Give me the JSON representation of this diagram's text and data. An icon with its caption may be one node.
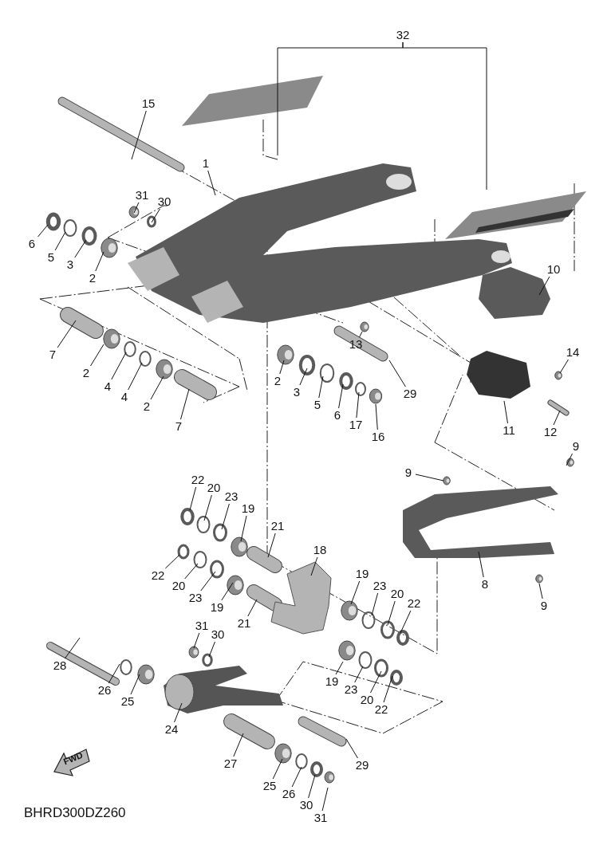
{
  "diagram": {
    "nodes": [
      {
        "text": [
          "32"
        ]
      },
      {
        "text": [
          "1"
        ]
      },
      {
        "text": [
          "15"
        ]
      },
      {
        "text": [
          "31"
        ]
      },
      {
        "text": [
          "30"
        ]
      },
      {
        "text": [
          "6"
        ]
      },
      {
        "text": [
          "5"
        ]
      },
      {
        "text": [
          "3"
        ]
      },
      {
        "text": [
          "2"
        ]
      },
      {
        "text": [
          "7"
        ]
      },
      {
        "text": [
          "2"
        ]
      },
      {
        "text": [
          "4"
        ]
      },
      {
        "text": [
          "4"
        ]
      },
      {
        "text": [
          "2"
        ]
      },
      {
        "text": [
          "7"
        ]
      },
      {
        "text": [
          "2"
        ]
      },
      {
        "text": [
          "3"
        ]
      },
      {
        "text": [
          "5"
        ]
      },
      {
        "text": [
          "6"
        ]
      },
      {
        "text": [
          "17"
        ]
      },
      {
        "text": [
          "16"
        ]
      },
      {
        "text": [
          "29"
        ]
      },
      {
        "text": [
          "13"
        ]
      },
      {
        "text": [
          "10"
        ]
      },
      {
        "text": [
          "14"
        ]
      },
      {
        "text": [
          "11"
        ]
      },
      {
        "text": [
          "12"
        ]
      },
      {
        "text": [
          "9"
        ]
      },
      {
        "text": [
          "9"
        ]
      },
      {
        "text": [
          "8"
        ]
      },
      {
        "text": [
          "9"
        ]
      },
      {
        "text": [
          "22"
        ]
      },
      {
        "text": [
          "20"
        ]
      },
      {
        "text": [
          "23"
        ]
      },
      {
        "text": [
          "19"
        ]
      },
      {
        "text": [
          "21"
        ]
      },
      {
        "text": [
          "22"
        ]
      },
      {
        "text": [
          "20"
        ]
      },
      {
        "text": [
          "23"
        ]
      },
      {
        "text": [
          "19"
        ]
      },
      {
        "text": [
          "21"
        ]
      },
      {
        "text": [
          "18"
        ]
      },
      {
        "text": [
          "19"
        ]
      },
      {
        "text": [
          "23"
        ]
      },
      {
        "text": [
          "20"
        ]
      },
      {
        "text": [
          "22"
        ]
      },
      {
        "text": [
          "28"
        ]
      },
      {
        "text": [
          "31"
        ]
      },
      {
        "text": [
          "30"
        ]
      },
      {
        "text": [
          "26"
        ]
      },
      {
        "text": [
          "25"
        ]
      },
      {
        "text": [
          "24"
        ]
      },
      {
        "text": [
          "19"
        ]
      },
      {
        "text": [
          "23"
        ]
      },
      {
        "text": [
          "20"
        ]
      },
      {
        "text": [
          "22"
        ]
      },
      {
        "text": [
          "27"
        ]
      },
      {
        "text": [
          "29"
        ]
      },
      {
        "text": [
          "25"
        ]
      },
      {
        "text": [
          "26"
        ]
      },
      {
        "text": [
          "30"
        ]
      },
      {
        "text": [
          "31"
        ]
      }
    ],
    "edges": [
      {
        "from": 0,
        "to": null,
        "arrow": "none"
      },
      {
        "from": 0,
        "to": null,
        "arrow": "none"
      },
      {
        "from": 1,
        "to": null,
        "arrow": "none"
      },
      {
        "from": 2,
        "to": null,
        "arrow": "none"
      },
      {
        "from": 3,
        "to": null,
        "arrow": "none"
      },
      {
        "from": 4,
        "to": null,
        "arrow": "none"
      },
      {
        "from": 5,
        "to": null,
        "arrow": "none"
      },
      {
        "from": 6,
        "to": null,
        "arrow": "none"
      },
      {
        "from": 7,
        "to": null,
        "arrow": "none"
      },
      {
        "from": 8,
        "to": null,
        "arrow": "none"
      },
      {
        "from": 9,
        "to": null,
        "arrow": "none"
      },
      {
        "from": 10,
        "to": null,
        "arrow": "none"
      },
      {
        "from": 11,
        "to": null,
        "arrow": "none"
      },
      {
        "from": 12,
        "to": null,
        "arrow": "none"
      },
      {
        "from": 13,
        "to": null,
        "arrow": "none"
      },
      {
        "from": 14,
        "to": null,
        "arrow": "none"
      },
      {
        "from": 15,
        "to": null,
        "arrow": "none"
      },
      {
        "from": 16,
        "to": null,
        "arrow": "none"
      },
      {
        "from": 17,
        "to": null,
        "arrow": "none"
      },
      {
        "from": 18,
        "to": null,
        "arrow": "none"
      },
      {
        "from": 19,
        "to": null,
        "arrow": "none"
      },
      {
        "from": 20,
        "to": null,
        "arrow": "none"
      },
      {
        "from": 21,
        "to": null,
        "arrow": "none"
      },
      {
        "from": 22,
        "to": null,
        "arrow": "none"
      },
      {
        "from": 23,
        "to": null,
        "arrow": "none"
      },
      {
        "from": 24,
        "to": null,
        "arrow": "none"
      },
      {
        "from": 25,
        "to": null,
        "arrow": "none"
      },
      {
        "from": 26,
        "to": null,
        "arrow": "none"
      },
      {
        "from": 27,
        "to": null,
        "arrow": "none"
      },
      {
        "from": 28,
        "to": null,
        "arrow": "none"
      },
      {
        "from": 29,
        "to": null,
        "arrow": "none"
      },
      {
        "from": 30,
        "to": null,
        "arrow": "none"
      },
      {
        "from": 31,
        "to": null,
        "arrow": "none"
      },
      {
        "from": 32,
        "to": null,
        "arrow": "none"
      },
      {
        "from": 33,
        "to": null,
        "arrow": "none"
      },
      {
        "from": 34,
        "to": null,
        "arrow": "none"
      },
      {
        "from": 35,
        "to": null,
        "arrow": "none"
      },
      {
        "from": 36,
        "to": null,
        "arrow": "none"
      },
      {
        "from": 37,
        "to": null,
        "arrow": "none"
      },
      {
        "from": 38,
        "to": null,
        "arrow": "none"
      },
      {
        "from": 39,
        "to": null,
        "arrow": "none"
      },
      {
        "from": 40,
        "to": null,
        "arrow": "none"
      },
      {
        "from": 41,
        "to": null,
        "arrow": "none"
      },
      {
        "from": 42,
        "to": null,
        "arrow": "none"
      },
      {
        "from": 43,
        "to": null,
        "arrow": "none"
      },
      {
        "from": 44,
        "to": null,
        "arrow": "none"
      },
      {
        "from": 45,
        "to": null,
        "arrow": "none"
      },
      {
        "from": 46,
        "to": null,
        "arrow": "none"
      },
      {
        "from": 47,
        "to": null,
        "arrow": "none"
      },
      {
        "from": 48,
        "to": null,
        "arrow": "none"
      },
      {
        "from": 49,
        "to": null,
        "arrow": "none"
      },
      {
        "from": 50,
        "to": null,
        "arrow": "none"
      },
      {
        "from": 51,
        "to": null,
        "arrow": "none"
      },
      {
        "from": 52,
        "to": null,
        "arrow": "none"
      },
      {
        "from": 53,
        "to": null,
        "arrow": "none"
      },
      {
        "from": 54,
        "to": null,
        "arrow": "none"
      },
      {
        "from": 55,
        "to": null,
        "arrow": "none"
      },
      {
        "from": 56,
        "to": null,
        "arrow": "none"
      },
      {
        "from": 57,
        "to": null,
        "arrow": "none"
      },
      {
        "from": 58,
        "to": null,
        "arrow": "none"
      },
      {
        "from": 59,
        "to": null,
        "arrow": "none"
      },
      {
        "from": 60,
        "to": null,
        "arrow": "none"
      },
      {
        "from": 61,
        "to": null,
        "arrow": "none"
      }
    ],
    "labels": [
      "FWD",
      "BHRD300DZ260"
    ]
  }
}
